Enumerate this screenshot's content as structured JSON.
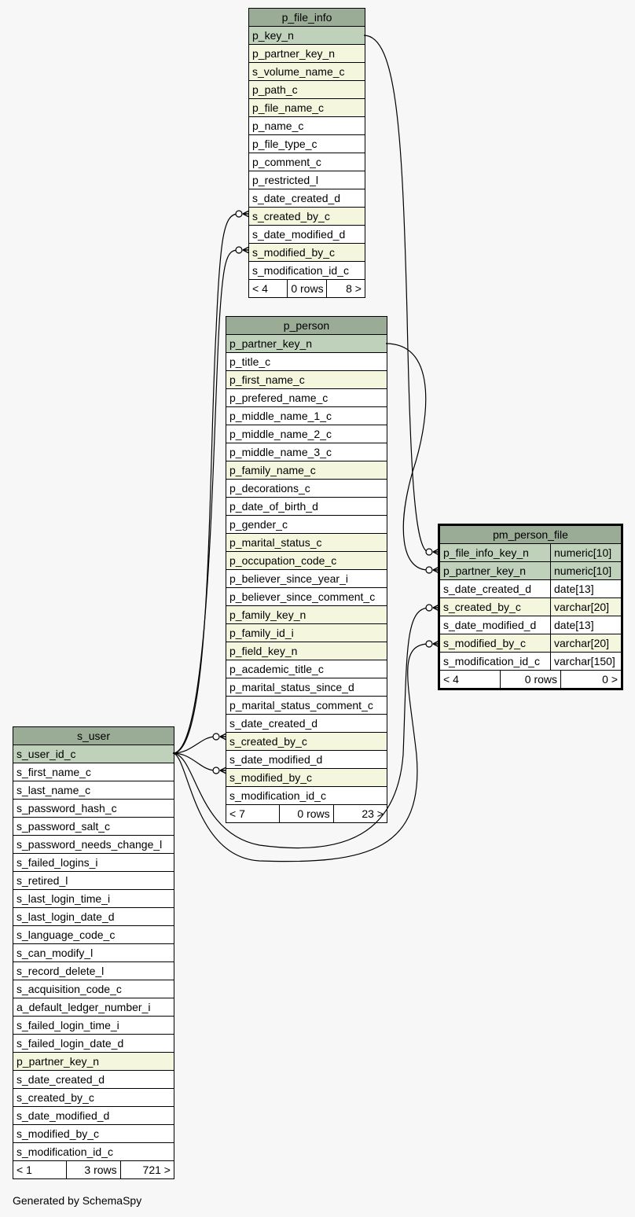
{
  "tables": {
    "p_file_info": {
      "title": "p_file_info",
      "rows": [
        {
          "name": "p_key_n",
          "kind": "pk"
        },
        {
          "name": "p_partner_key_n",
          "kind": "fk"
        },
        {
          "name": "s_volume_name_c",
          "kind": "fk"
        },
        {
          "name": "p_path_c",
          "kind": "fk"
        },
        {
          "name": "p_file_name_c",
          "kind": "fk"
        },
        {
          "name": "p_name_c",
          "kind": ""
        },
        {
          "name": "p_file_type_c",
          "kind": ""
        },
        {
          "name": "p_comment_c",
          "kind": ""
        },
        {
          "name": "p_restricted_l",
          "kind": ""
        },
        {
          "name": "s_date_created_d",
          "kind": ""
        },
        {
          "name": "s_created_by_c",
          "kind": "fk"
        },
        {
          "name": "s_date_modified_d",
          "kind": ""
        },
        {
          "name": "s_modified_by_c",
          "kind": "fk"
        },
        {
          "name": "s_modification_id_c",
          "kind": ""
        }
      ],
      "footer": {
        "parents": "< 4",
        "rows": "0 rows",
        "children": "8 >"
      }
    },
    "p_person": {
      "title": "p_person",
      "rows": [
        {
          "name": "p_partner_key_n",
          "kind": "pk"
        },
        {
          "name": "p_title_c",
          "kind": ""
        },
        {
          "name": "p_first_name_c",
          "kind": "fk"
        },
        {
          "name": "p_prefered_name_c",
          "kind": ""
        },
        {
          "name": "p_middle_name_1_c",
          "kind": ""
        },
        {
          "name": "p_middle_name_2_c",
          "kind": ""
        },
        {
          "name": "p_middle_name_3_c",
          "kind": ""
        },
        {
          "name": "p_family_name_c",
          "kind": "fk"
        },
        {
          "name": "p_decorations_c",
          "kind": ""
        },
        {
          "name": "p_date_of_birth_d",
          "kind": ""
        },
        {
          "name": "p_gender_c",
          "kind": ""
        },
        {
          "name": "p_marital_status_c",
          "kind": "fk"
        },
        {
          "name": "p_occupation_code_c",
          "kind": "fk"
        },
        {
          "name": "p_believer_since_year_i",
          "kind": ""
        },
        {
          "name": "p_believer_since_comment_c",
          "kind": ""
        },
        {
          "name": "p_family_key_n",
          "kind": "fk"
        },
        {
          "name": "p_family_id_i",
          "kind": "fk"
        },
        {
          "name": "p_field_key_n",
          "kind": "fk"
        },
        {
          "name": "p_academic_title_c",
          "kind": ""
        },
        {
          "name": "p_marital_status_since_d",
          "kind": ""
        },
        {
          "name": "p_marital_status_comment_c",
          "kind": ""
        },
        {
          "name": "s_date_created_d",
          "kind": ""
        },
        {
          "name": "s_created_by_c",
          "kind": "fk"
        },
        {
          "name": "s_date_modified_d",
          "kind": ""
        },
        {
          "name": "s_modified_by_c",
          "kind": "fk"
        },
        {
          "name": "s_modification_id_c",
          "kind": ""
        }
      ],
      "footer": {
        "parents": "< 7",
        "rows": "0 rows",
        "children": "23 >"
      }
    },
    "pm_person_file": {
      "title": "pm_person_file",
      "rows": [
        {
          "name": "p_file_info_key_n",
          "type": "numeric[10]",
          "kind": "pk"
        },
        {
          "name": "p_partner_key_n",
          "type": "numeric[10]",
          "kind": "pk"
        },
        {
          "name": "s_date_created_d",
          "type": "date[13]",
          "kind": ""
        },
        {
          "name": "s_created_by_c",
          "type": "varchar[20]",
          "kind": "fk"
        },
        {
          "name": "s_date_modified_d",
          "type": "date[13]",
          "kind": ""
        },
        {
          "name": "s_modified_by_c",
          "type": "varchar[20]",
          "kind": "fk"
        },
        {
          "name": "s_modification_id_c",
          "type": "varchar[150]",
          "kind": ""
        }
      ],
      "footer": {
        "parents": "< 4",
        "rows": "0 rows",
        "children": "0 >"
      }
    },
    "s_user": {
      "title": "s_user",
      "rows": [
        {
          "name": "s_user_id_c",
          "kind": "pk"
        },
        {
          "name": "s_first_name_c",
          "kind": ""
        },
        {
          "name": "s_last_name_c",
          "kind": ""
        },
        {
          "name": "s_password_hash_c",
          "kind": ""
        },
        {
          "name": "s_password_salt_c",
          "kind": ""
        },
        {
          "name": "s_password_needs_change_l",
          "kind": ""
        },
        {
          "name": "s_failed_logins_i",
          "kind": ""
        },
        {
          "name": "s_retired_l",
          "kind": ""
        },
        {
          "name": "s_last_login_time_i",
          "kind": ""
        },
        {
          "name": "s_last_login_date_d",
          "kind": ""
        },
        {
          "name": "s_language_code_c",
          "kind": ""
        },
        {
          "name": "s_can_modify_l",
          "kind": ""
        },
        {
          "name": "s_record_delete_l",
          "kind": ""
        },
        {
          "name": "s_acquisition_code_c",
          "kind": ""
        },
        {
          "name": "a_default_ledger_number_i",
          "kind": ""
        },
        {
          "name": "s_failed_login_time_i",
          "kind": ""
        },
        {
          "name": "s_failed_login_date_d",
          "kind": ""
        },
        {
          "name": "p_partner_key_n",
          "kind": "fk"
        },
        {
          "name": "s_date_created_d",
          "kind": ""
        },
        {
          "name": "s_created_by_c",
          "kind": ""
        },
        {
          "name": "s_date_modified_d",
          "kind": ""
        },
        {
          "name": "s_modified_by_c",
          "kind": ""
        },
        {
          "name": "s_modification_id_c",
          "kind": ""
        }
      ],
      "footer": {
        "parents": "< 1",
        "rows": "3 rows",
        "children": "721 >"
      }
    }
  },
  "footer_text": "Generated by SchemaSpy",
  "colors": {
    "title_bg": "#9aab96",
    "pk_bg": "#bfd0bb",
    "fk_bg": "#f4f7de",
    "background": "#f7f7f7"
  }
}
